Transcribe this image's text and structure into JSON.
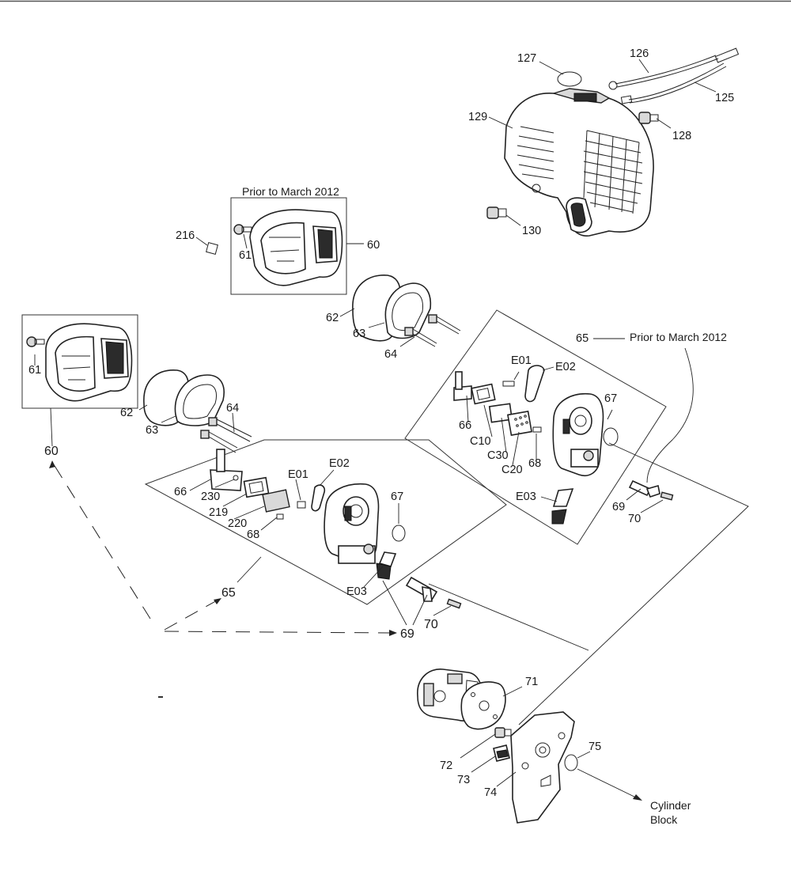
{
  "notes": {
    "prior_top": "Prior to March 2012",
    "prior_right": "Prior to March 2012",
    "cylinder_line1": "Cylinder",
    "cylinder_line2": "Block"
  },
  "labels": {
    "p127": "127",
    "p126": "126",
    "p125": "125",
    "p128": "128",
    "p129": "129",
    "p130": "130",
    "p216": "216",
    "p61a": "61",
    "p60a": "60",
    "p62a": "62",
    "p63a": "63",
    "p64a": "64",
    "p65a": "65",
    "pE01a": "E01",
    "pE02a": "E02",
    "p66a": "66",
    "p67a": "67",
    "pC10": "C10",
    "pC30": "C30",
    "pC20": "C20",
    "p68a": "68",
    "pE03a": "E03",
    "p69a": "69",
    "p70a": "70",
    "p61b": "61",
    "p60b": "60",
    "p62b": "62",
    "p63b": "63",
    "p64b": "64",
    "p66b": "66",
    "p230": "230",
    "p219": "219",
    "p220": "220",
    "p68b": "68",
    "pE01b": "E01",
    "pE02b": "E02",
    "p67b": "67",
    "pE03b": "E03",
    "p65b": "65",
    "p69b": "69",
    "p70b": "70",
    "p71": "71",
    "p72": "72",
    "p73": "73",
    "p74": "74",
    "p75": "75"
  }
}
